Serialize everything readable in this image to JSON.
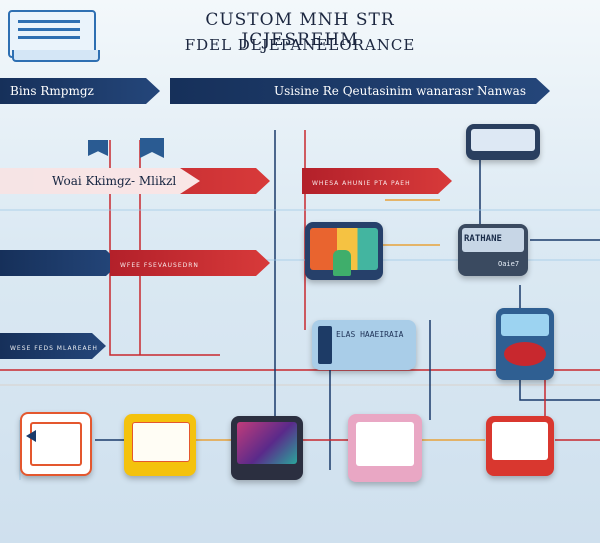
{
  "header": {
    "title_line1": "CUSTOM MNH STR JCJESREHM",
    "title_line2": "FDEL DLJEPANELORANCE"
  },
  "banners": {
    "top_left": "Bins Rmpmgz",
    "top_right": "Usisine Re Qeutasinim wanarasr Nanwas",
    "red_left": "Woai Kkimgz- Mlikzl",
    "red_mid_small": "WHESA AHUNIE PTA PAEH",
    "blue_mid_small": "WESE FEDS MLAREAEH",
    "red_right_small": "WFEE FSEVAUSEDRN"
  },
  "panels": {
    "radio_panel_label": "RATHANE",
    "radio_panel_sub": "Oaie7",
    "terminal_text": "ELAS HAAEIRAIA"
  },
  "colors": {
    "navy": "#16305a",
    "red": "#c8282e",
    "yellow": "#f4c20d",
    "orange_line": "#e7a23a",
    "light_blue": "#9cc7e6"
  }
}
